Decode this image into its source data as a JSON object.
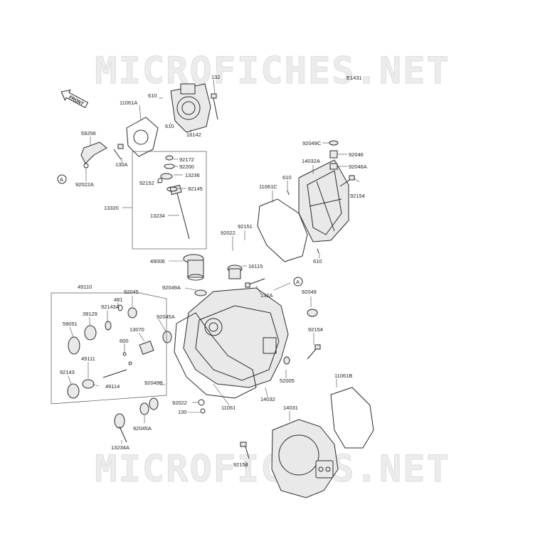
{
  "watermark": {
    "top": "MICROFICHES.NET",
    "bottom": "MICROFICHES.NET"
  },
  "diagram_code": "E1431",
  "front_label": "FRONT",
  "callouts": {
    "c132": "132",
    "c610a": "610",
    "c11061a": "11061A",
    "c610b": "610",
    "c16142": "16142",
    "c59256": "59256",
    "c130a": "130A",
    "cA1": "A",
    "c92022a": "92022A",
    "c92172": "92172",
    "c92200": "92200",
    "c13236": "13236",
    "c92152": "92152",
    "c92145": "92145",
    "c13320": "13320",
    "c13234": "13234",
    "c49006": "49006",
    "c92049c": "92049C",
    "c92046": "92046",
    "c14032a": "14032A",
    "c92046a": "92046A",
    "c610c": "610",
    "c11061c": "11061C",
    "c92154a": "92154",
    "c92022": "92022",
    "c92151": "92151",
    "c610d": "610",
    "c16115": "16115",
    "c92049a": "92049A",
    "c132a": "132A",
    "cA2": "A",
    "c92049": "92049",
    "c49110": "49110",
    "c481": "481",
    "c92045": "92045",
    "c92143a": "92143A",
    "c39129": "39129",
    "c92045a": "92045A",
    "c13070": "13070",
    "c59051": "59051",
    "c600": "600",
    "c49111": "49111",
    "c92143": "92143",
    "c49114": "49114",
    "c92154b": "92154",
    "c52005": "52005",
    "c92049b": "92049B",
    "c14032": "14032",
    "c11061b": "11061B",
    "c92022b": "92022",
    "c130": "130",
    "c11061": "11061",
    "c14031": "14031",
    "c92045a2": "92045A",
    "c92154c": "92154",
    "c13234a": "13234A"
  }
}
